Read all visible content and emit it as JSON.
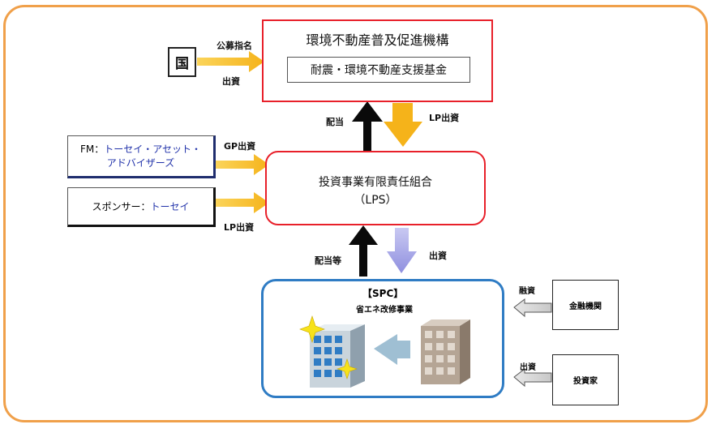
{
  "top_org": {
    "title": "環境不動産普及促進機構",
    "fund": "耐震・環境不動産支援基金"
  },
  "country": {
    "label": "国",
    "arrow_top": "公募指名",
    "arrow_bottom": "出資"
  },
  "fm": {
    "prefix": "FM：",
    "name_line1": "トーセイ・アセット・",
    "name_line2": "アドバイザーズ",
    "arrow_label": "GP出資"
  },
  "sponsor": {
    "prefix": "スポンサー：",
    "name": "トーセイ",
    "arrow_label": "LP出資"
  },
  "lps": {
    "line1": "投資事業有限責任組合",
    "line2": "（LPS）"
  },
  "flows": {
    "return_to_top": "配当",
    "lp_investment": "LP出資",
    "return_to_lps": "配当等",
    "investment_to_spc": "出資"
  },
  "spc": {
    "title": "【SPC】",
    "subtitle": "省エネ改修事業"
  },
  "finance": {
    "label": "金融機関",
    "arrow_label": "融資"
  },
  "investor": {
    "label": "投資家",
    "arrow_label": "出資"
  },
  "colors": {
    "frame": "#f0a04a",
    "red_border": "#e8202a",
    "blue_border": "#2f7cc4",
    "navy_border": "#1f2d6e",
    "yellow_arrow": "#f5b31a",
    "lavender_arrow": "#8f8fdf",
    "gray_arrow": "#c8c8c8",
    "name_text": "#2233aa"
  }
}
